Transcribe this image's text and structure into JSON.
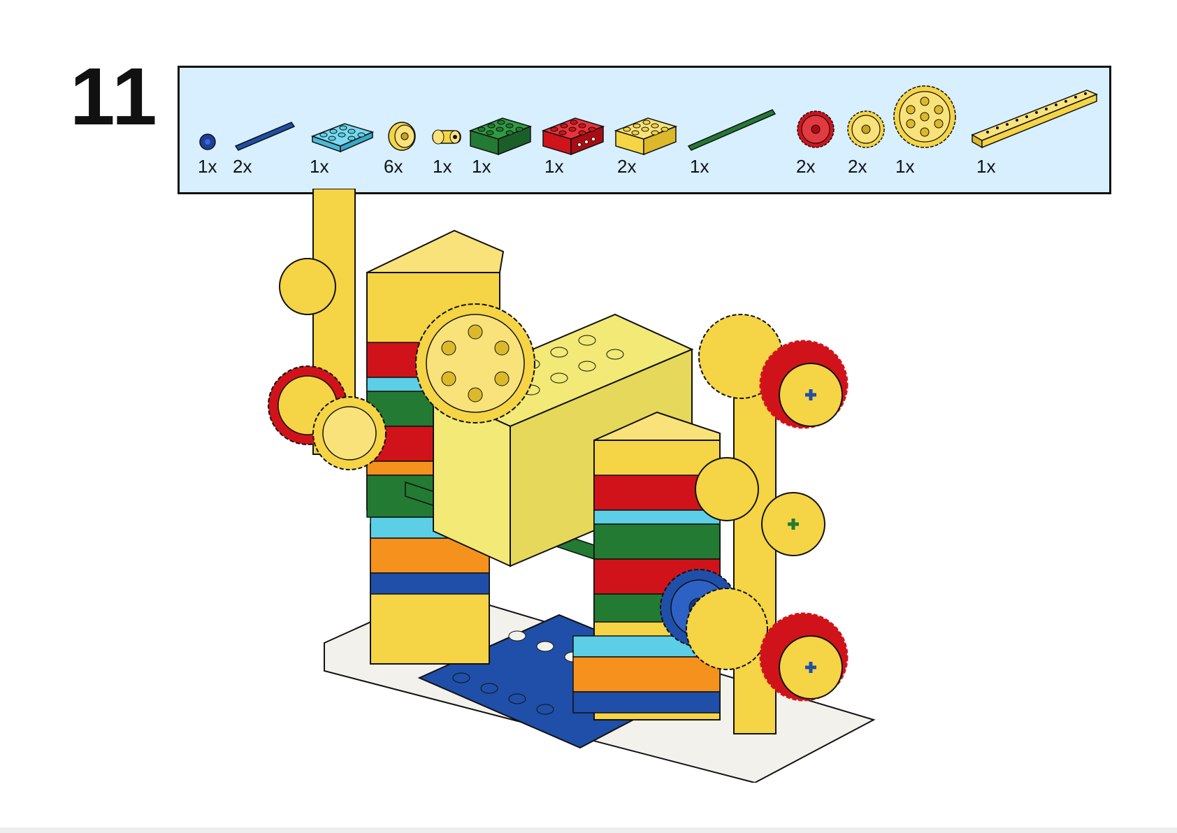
{
  "step": {
    "number": "11"
  },
  "parts": [
    {
      "id": "pin-connector",
      "qty": "1x",
      "color": "#1e3f99"
    },
    {
      "id": "axle-blue",
      "qty": "2x",
      "color": "#1f4fa8"
    },
    {
      "id": "plate-2x4-light-blue",
      "qty": "1x",
      "color": "#5ccfe6"
    },
    {
      "id": "bush-yellow",
      "qty": "6x",
      "color": "#f5d445"
    },
    {
      "id": "pin-bush-yellow",
      "qty": "1x",
      "color": "#f5d445"
    },
    {
      "id": "brick-2x4-green",
      "qty": "1x",
      "color": "#237a33"
    },
    {
      "id": "technic-brick-red",
      "qty": "1x",
      "color": "#d0131a"
    },
    {
      "id": "brick-2x4-yellow",
      "qty": "2x",
      "color": "#f5d445"
    },
    {
      "id": "axle-green",
      "qty": "1x",
      "color": "#237a33"
    },
    {
      "id": "gear-24-red",
      "qty": "2x",
      "color": "#d0131a"
    },
    {
      "id": "gear-24-yellow",
      "qty": "2x",
      "color": "#f5d445"
    },
    {
      "id": "gear-40-yellow",
      "qty": "1x",
      "color": "#f5d445"
    },
    {
      "id": "beam-yellow",
      "qty": "1x",
      "color": "#f5d445"
    }
  ],
  "colors": {
    "panel": "#d7efff",
    "yellow": "#f5d445",
    "red": "#d0131a",
    "green": "#237a33",
    "blue": "#1f4fa8",
    "lightBlue": "#5ccfe6",
    "orange": "#f5921e",
    "white": "#f2f1ec",
    "paleYellow": "#f2e977"
  }
}
